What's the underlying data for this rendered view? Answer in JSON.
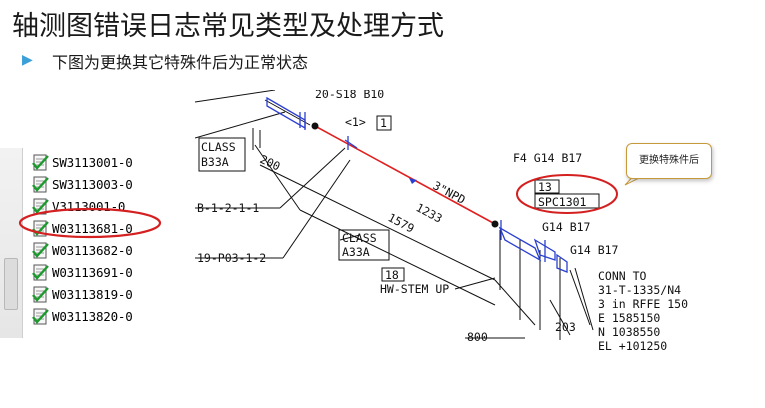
{
  "slide": {
    "title": "轴测图错误日志常见类型及处理方式",
    "bullet": "下图为更换其它特殊件后为正常状态"
  },
  "file_list": {
    "items": [
      {
        "label": "SW3113001-0",
        "status": "ok"
      },
      {
        "label": "SW3113003-0",
        "status": "ok"
      },
      {
        "label": "V3113001-0",
        "status": "ok"
      },
      {
        "label": "W03113681-0",
        "status": "ok",
        "highlighted": true
      },
      {
        "label": "W03113682-0",
        "status": "ok"
      },
      {
        "label": "W03113691-0",
        "status": "ok"
      },
      {
        "label": "W03113819-0",
        "status": "ok"
      },
      {
        "label": "W03113820-0",
        "status": "ok"
      }
    ],
    "icon": "file-check-icon",
    "highlight_color": "#d42020"
  },
  "drawing": {
    "labels": {
      "top_cut": "20-S18 B10",
      "bubble_ref": "<1>",
      "box_1": "1",
      "class_1": "CLASS",
      "class_1_value": "B33A",
      "dim_200": "200",
      "line_ref_1": "B-1-2-1-1",
      "line_ref_2": "19-P03-1-2",
      "class_2": "CLASS",
      "class_2_value": "A33A",
      "box_18": "18",
      "hw_stem": "HW-STEM UP",
      "npd": "3\"NPD",
      "dim_1233": "1233",
      "dim_1579": "1579",
      "f4": "F4 G14 B17",
      "box_13": "13",
      "spc": "SPC1301",
      "g14_1": "G14 B17",
      "g14_2": "G14 B17",
      "dim_800": "800",
      "dim_203": "203",
      "conn_1": "CONN TO",
      "conn_2": "31-T-1335/N4",
      "conn_3": "3 in RFFE 150",
      "conn_4": "E 1585150",
      "conn_5": "N 1038550",
      "conn_6": "EL +101250"
    },
    "colors": {
      "pipe": "#e02020",
      "flange": "#2a3fd0",
      "line": "#111111",
      "highlight": "#d42020"
    }
  },
  "callout": {
    "text": "更换特殊件后"
  }
}
